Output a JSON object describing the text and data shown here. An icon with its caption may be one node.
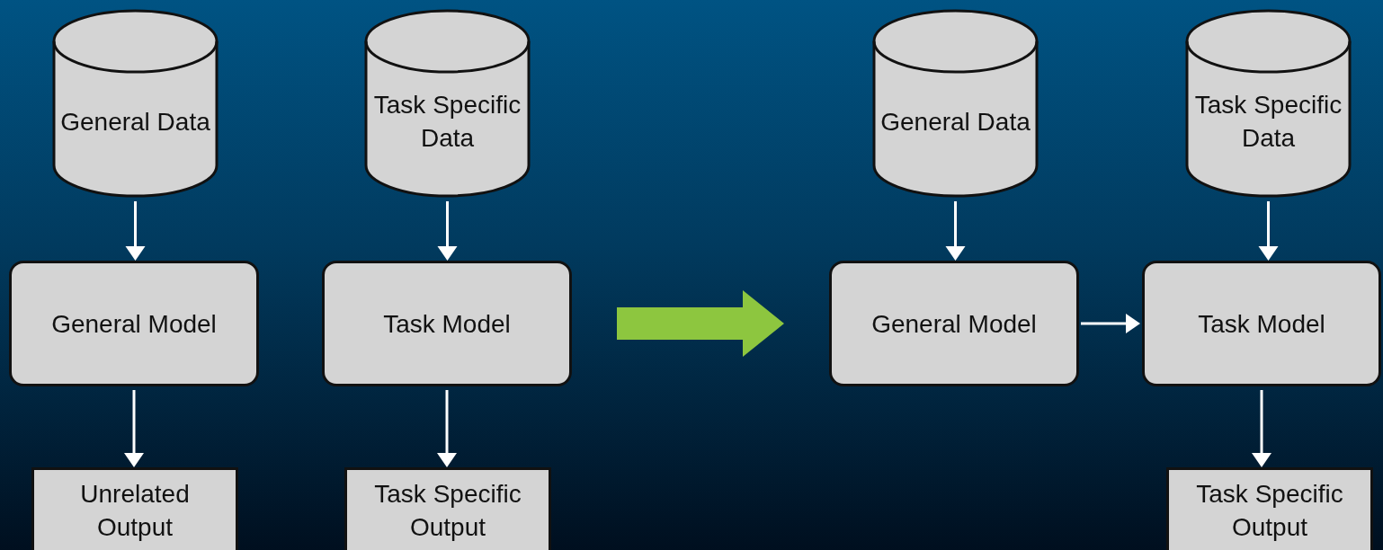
{
  "diagram": {
    "nodes": [
      {
        "text": [
          "General Data"
        ]
      },
      {
        "text": [
          "Task Specific Data"
        ]
      },
      {
        "text": [
          "General Model"
        ]
      },
      {
        "text": [
          "Task Model"
        ]
      },
      {
        "text": [
          "Unrelated Output"
        ]
      },
      {
        "text": [
          "Task Specific Output"
        ]
      },
      {
        "text": [
          "General Data"
        ]
      },
      {
        "text": [
          "Task Specific Data"
        ]
      },
      {
        "text": [
          "General Model"
        ]
      },
      {
        "text": [
          "Task Model"
        ]
      },
      {
        "text": [
          "Task Specific Output"
        ]
      }
    ],
    "edges": [
      {
        "from": 0,
        "to": 2,
        "arrow": "to"
      },
      {
        "from": 1,
        "to": 3,
        "arrow": "to"
      },
      {
        "from": 2,
        "to": 4,
        "arrow": "to"
      },
      {
        "from": 3,
        "to": 5,
        "arrow": "to"
      },
      {
        "from": 3,
        "to": 8,
        "arrow": "to",
        "style": "thick",
        "color": "#8dc63f"
      },
      {
        "from": 6,
        "to": 8,
        "arrow": "to"
      },
      {
        "from": 7,
        "to": 9,
        "arrow": "to"
      },
      {
        "from": 8,
        "to": 9,
        "arrow": "to"
      },
      {
        "from": 9,
        "to": 10,
        "arrow": "to"
      }
    ]
  }
}
